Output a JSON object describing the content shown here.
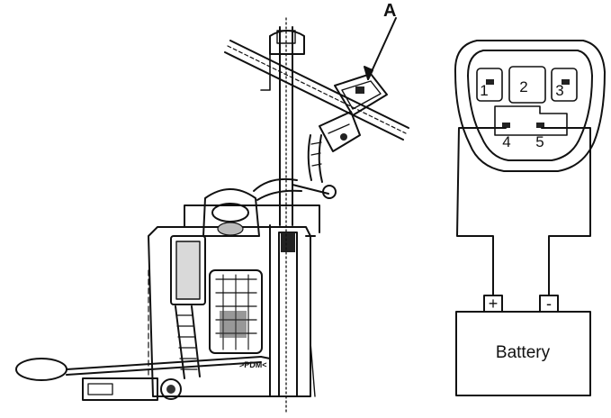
{
  "callout_label": "A",
  "connector": {
    "pins": [
      "1",
      "2",
      "3",
      "4",
      "5"
    ]
  },
  "battery": {
    "label": "Battery",
    "positive_terminal": "+",
    "negative_terminal": "-"
  },
  "housing_marking": ">PDM<",
  "colors": {
    "line": "#111111",
    "background": "#ffffff",
    "shade": "#9a9a9a"
  }
}
